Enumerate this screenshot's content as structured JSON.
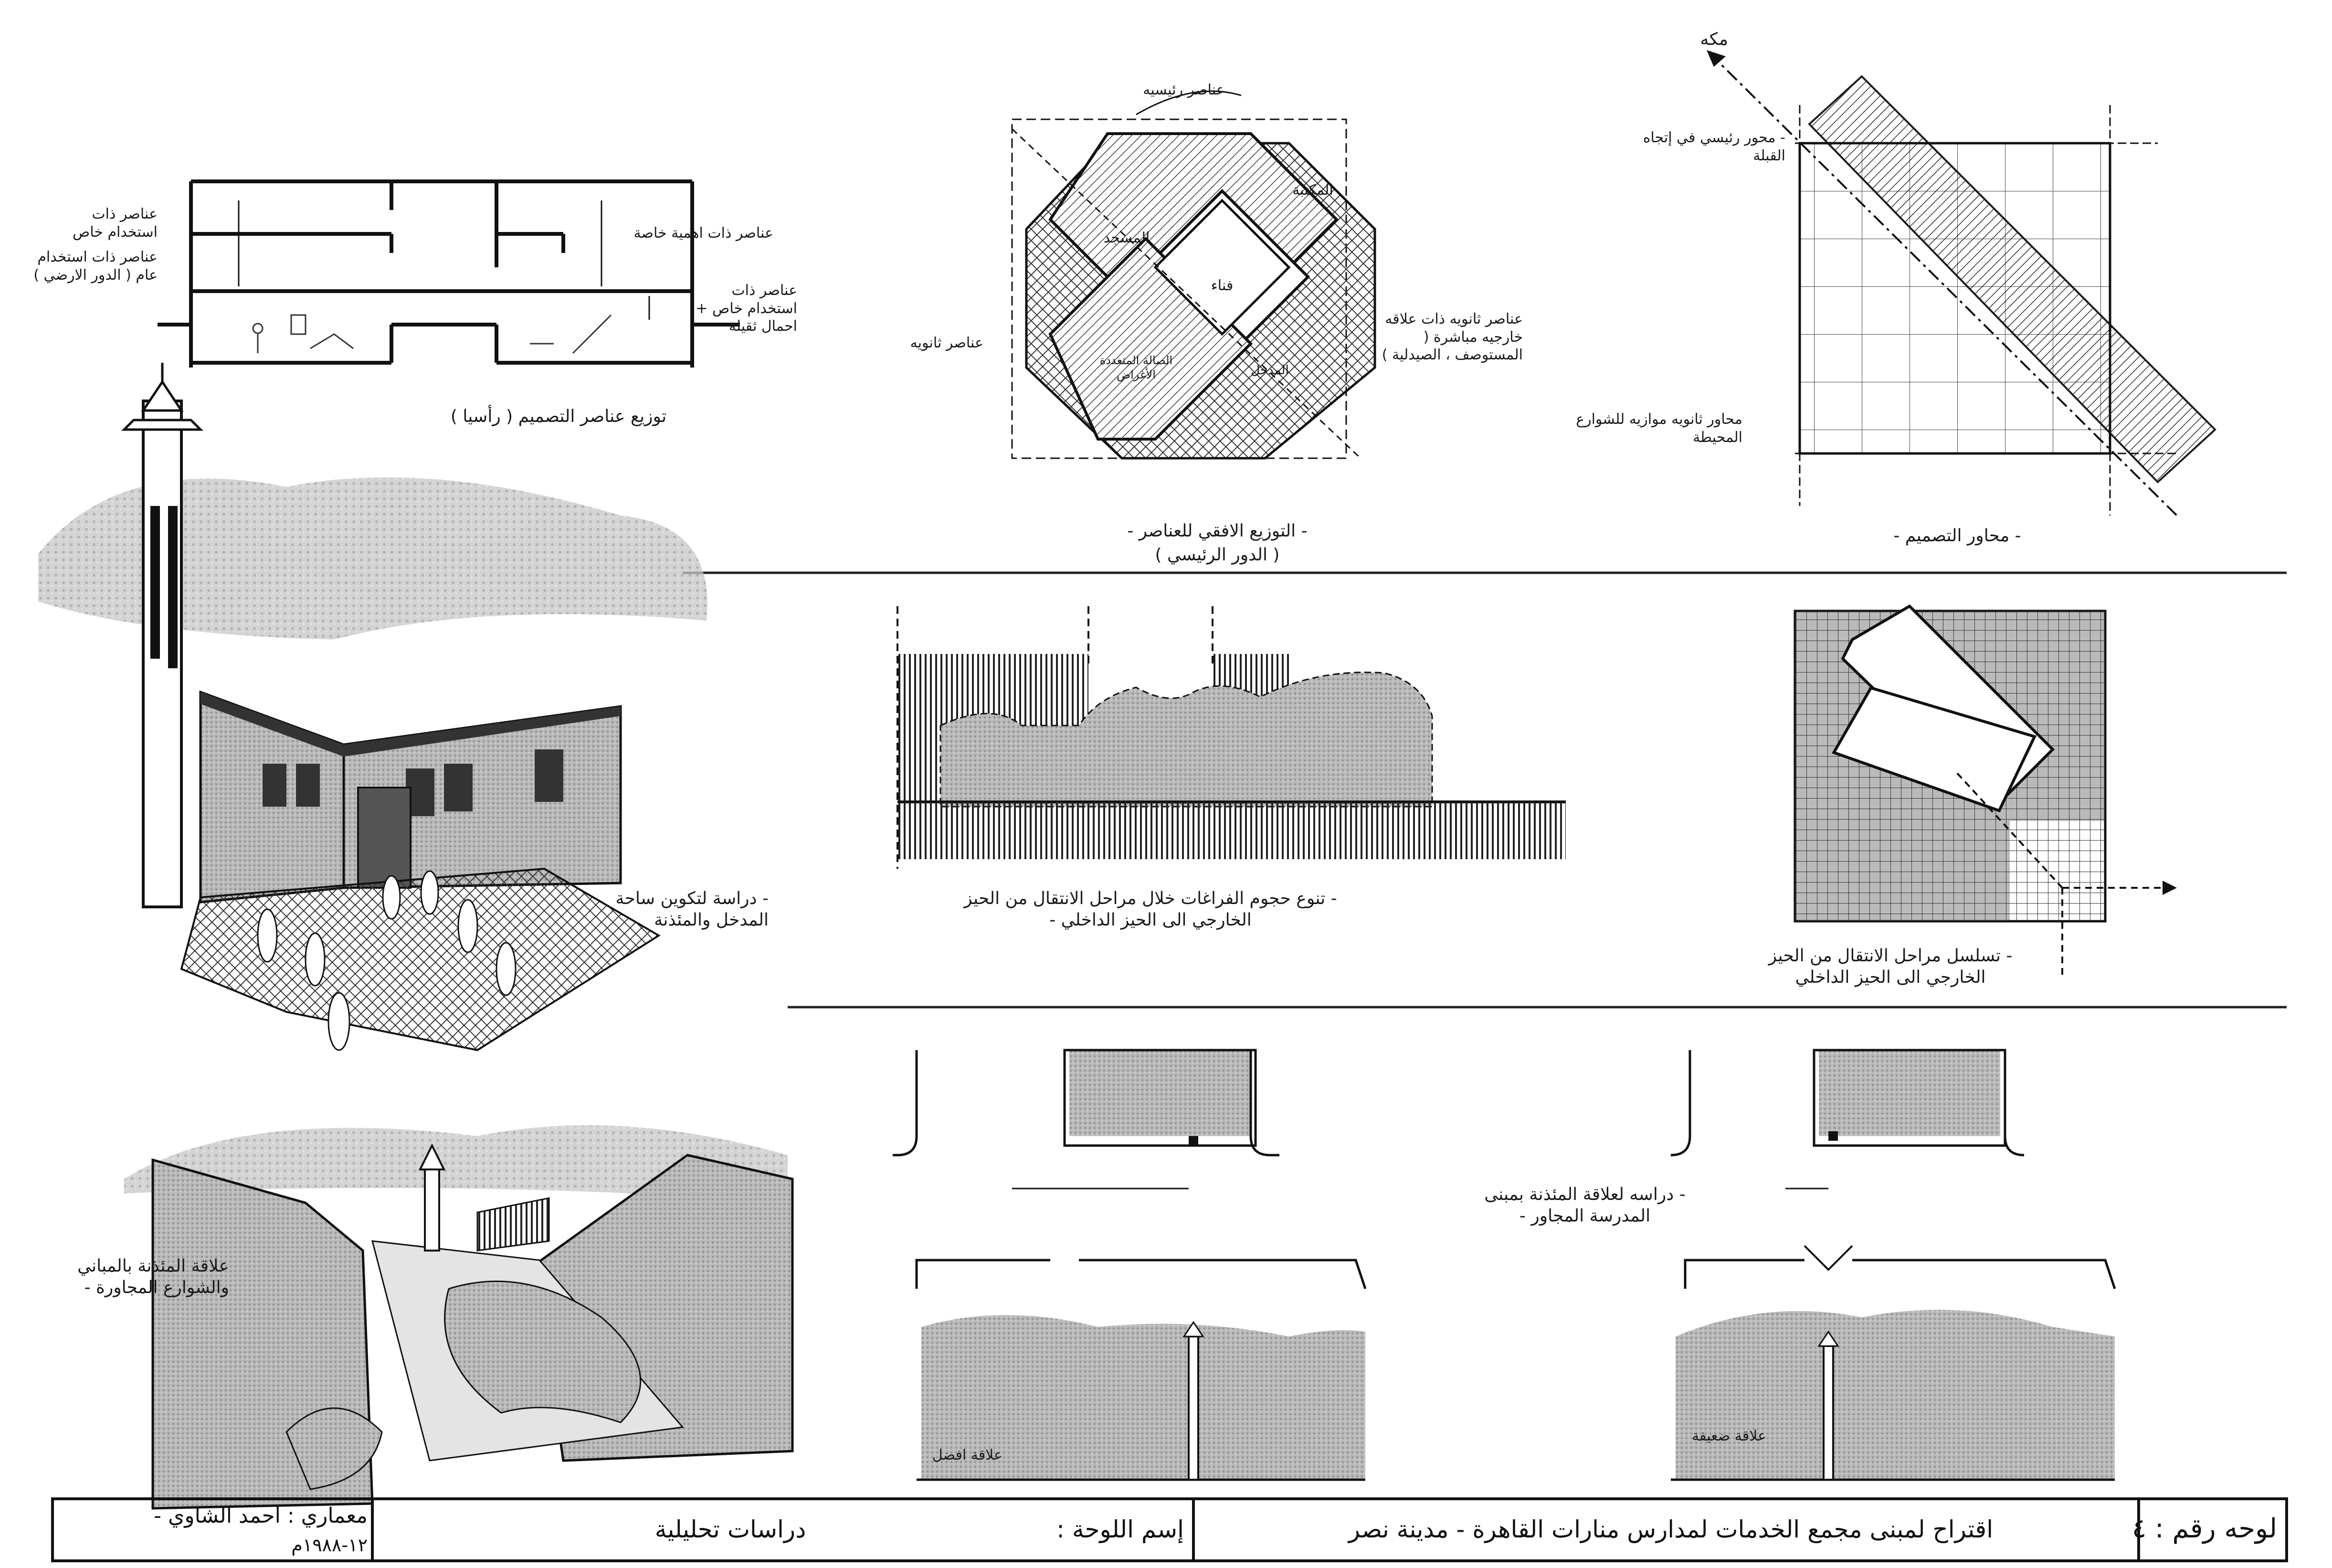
{
  "sheet": {
    "sheet_number_label": "لوحه رقم : ٤",
    "project_title": "اقتراح لمبنى مجمع الخدمات لمدارس منارات القاهرة - مدينة نصر",
    "board_name_label": "إسم اللوحة :",
    "board_name": "دراسات تحليلية",
    "architect": "معماري : احمد الشاوي -",
    "date": "١٢-١٩٨٨م"
  },
  "section": {
    "caption": "توزيع عناصر التصميم ( رأسيا )",
    "labels": {
      "private_use": "عناصر ذات استخدام خاص",
      "public_use": "عناصر ذات استخدام عام ( الدور الارضي )",
      "special_importance": "عناصر ذات اهمية خاصة",
      "heavy_loads": "عناصر ذات استخدام خاص + احمال ثقيلة"
    }
  },
  "plan": {
    "caption": "- التوزيع الافقي للعناصر -",
    "subcaption": "( الدور الرئيسي )",
    "main_elements": "عناصر رئيسيه",
    "secondary_elements": "عناصر ثانويه",
    "secondary_external": "عناصر ثانويه ذات علاقه خارجيه مباشرة ( المستوصف ، الصيدلية )",
    "courtyard": "فناء",
    "mosque": "المسجد",
    "library": "المكتبة",
    "multipurpose_hall": "الصالة المتعددة الأغراض",
    "entrance": "المدخل"
  },
  "axes": {
    "caption": "- محاور التصميم -",
    "makkah": "مكه",
    "main_axis": "- محور رئيسي في إتجاه القبلة",
    "secondary_axes": "محاور ثانويه موازيه للشوارع المحيطة"
  },
  "perspective": {
    "label": "- دراسة لتكوين ساحة المدخل والمئذنة"
  },
  "spaces": {
    "caption": "- تنوع حجوم الفراغات خلال مراحل الانتقال من الحيز الخارجي الى الحيز الداخلي -"
  },
  "transition": {
    "caption": "- تسلسل مراحل الانتقال من الحيز الخارجي الى الحيز الداخلي"
  },
  "street": {
    "label": "علاقة المئذنة بالمباني والشوارع المجاورة -"
  },
  "minaret": {
    "caption": "- دراسه لعلاقة المئذنة بمبنى المدرسة المجاور -",
    "better": "علاقة افضل",
    "weak": "علاقة ضعيفة"
  }
}
